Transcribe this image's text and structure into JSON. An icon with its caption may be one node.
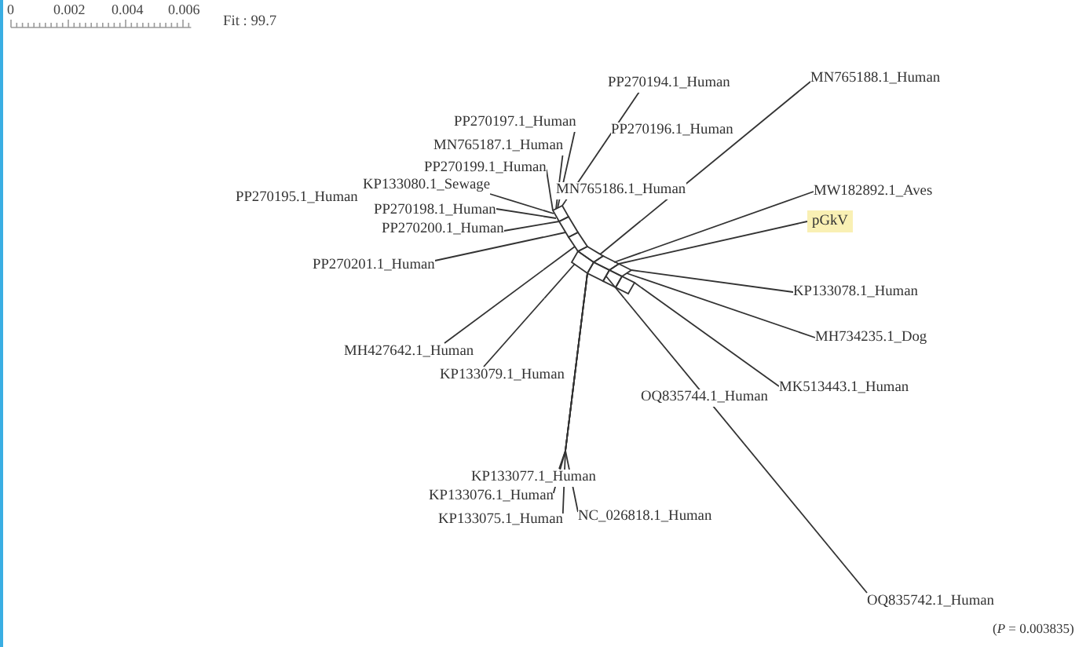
{
  "diagram": {
    "nodes": [
      {
        "text": [],
        "shape": "picture"
      },
      {
        "text": [
          "MN765188.1_Human"
        ]
      },
      {
        "text": [
          "PP270194.1_Human"
        ]
      },
      {
        "text": [
          "PP270197.1_Human"
        ]
      },
      {
        "text": [
          "PP270196.1_Human"
        ]
      },
      {
        "text": [
          "MN765187.1_Human"
        ]
      },
      {
        "text": [
          "PP270199.1_Human"
        ]
      },
      {
        "text": [
          "KP133080.1_Sewage"
        ]
      },
      {
        "text": [
          "MN765186.1_Human"
        ]
      },
      {
        "text": [
          "MW182892.1_Aves"
        ]
      },
      {
        "text": [
          "PP270195.1_Human"
        ]
      },
      {
        "text": [
          "PP270198.1_Human"
        ]
      },
      {
        "text": [
          "pGkV"
        ]
      },
      {
        "text": [
          "PP270200.1_Human"
        ]
      },
      {
        "text": [
          "PP270201.1_Human"
        ]
      },
      {
        "text": [
          "KP133078.1_Human"
        ]
      },
      {
        "text": [
          "MH734235.1_Dog"
        ]
      },
      {
        "text": [
          "MH427642.1_Human"
        ]
      },
      {
        "text": [
          "KP133079.1_Human"
        ]
      },
      {
        "text": [
          "MK513443.1_Human"
        ]
      },
      {
        "text": [
          "OQ835744.1_Human"
        ]
      },
      {
        "text": [
          "KP133077.1_Human"
        ]
      },
      {
        "text": [
          "KP133076.1_Human"
        ]
      },
      {
        "text": [
          "NC_026818.1_Human"
        ]
      },
      {
        "text": [
          "KP133075.1_Human"
        ]
      },
      {
        "text": [
          "OQ835742.1_Human"
        ]
      }
    ],
    "edges": [
      {
        "from": 0,
        "to": 1,
        "arrow": "none"
      },
      {
        "from": 0,
        "to": 2,
        "arrow": "none"
      },
      {
        "from": 0,
        "to": 3,
        "arrow": "none"
      },
      {
        "from": 0,
        "to": 5,
        "arrow": "none"
      },
      {
        "from": 0,
        "to": 6,
        "arrow": "none"
      },
      {
        "from": 0,
        "to": 7,
        "arrow": "none"
      },
      {
        "from": 0,
        "to": 9,
        "arrow": "none"
      },
      {
        "from": 0,
        "to": 11,
        "arrow": "none"
      },
      {
        "from": 0,
        "to": 12,
        "arrow": "none"
      },
      {
        "from": 0,
        "to": 13,
        "arrow": "none"
      },
      {
        "from": 0,
        "to": 14,
        "arrow": "none"
      },
      {
        "from": 0,
        "to": 15,
        "arrow": "none"
      },
      {
        "from": 0,
        "to": 16,
        "arrow": "none"
      },
      {
        "from": 0,
        "to": 17,
        "arrow": "none"
      },
      {
        "from": 0,
        "to": 18,
        "arrow": "none"
      },
      {
        "from": 0,
        "to": 19,
        "arrow": "none"
      },
      {
        "from": 0,
        "to": 21,
        "arrow": "none"
      },
      {
        "from": 0,
        "to": 22,
        "arrow": "none"
      },
      {
        "from": 0,
        "to": 23,
        "arrow": "none"
      },
      {
        "from": 0,
        "to": 24,
        "arrow": "none"
      },
      {
        "from": 0,
        "to": 25,
        "arrow": "none"
      }
    ],
    "labels": [
      "0",
      "0.002",
      "0.004",
      "0.006",
      "Fit : 99.7",
      "(*P* = 0.003835)"
    ]
  }
}
